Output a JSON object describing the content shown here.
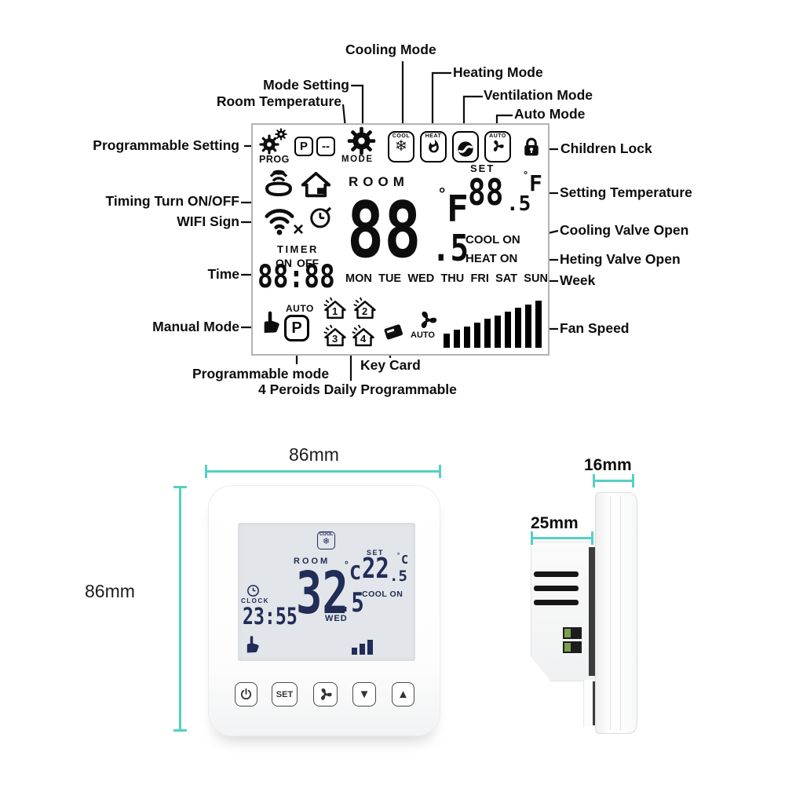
{
  "diagram": {
    "callouts": {
      "cooling_mode": "Cooling Mode",
      "heating_mode": "Heating Mode",
      "ventilation_mode": "Ventilation Mode",
      "auto_mode": "Auto Mode",
      "mode_setting": "Mode Setting",
      "room_temperature": "Room Temperature",
      "programmable_setting": "Programmable Setting",
      "children_lock": "Children Lock",
      "setting_temperature": "Setting Temperature",
      "timing_turn_onoff": "Timing Turn ON/OFF",
      "wifi_sign": "WIFI Sign",
      "time": "Time",
      "manual_mode": "Manual Mode",
      "cooling_valve_open": "Cooling Valve Open",
      "heting_valve_open": "Heting Valve Open",
      "week": "Week",
      "fan_speed": "Fan Speed",
      "programmable_mode": "Programmable mode",
      "key_card": "Key Card",
      "four_periods": "4 Peroids Daily Programmable"
    },
    "lcd": {
      "prog_label": "PROG",
      "p_label": "P",
      "dash_label": "--",
      "mode_label": "MODE",
      "cool_label": "COOL",
      "heat_label": "HEAT",
      "auto_label": "AUTO",
      "room_label": "ROOM",
      "room_temp_main": "88",
      "room_temp_dec": ".5",
      "room_deg": "°",
      "room_unit": "F",
      "set_label": "SET",
      "set_temp_main": "88",
      "set_temp_dec": ".5",
      "set_deg": "°",
      "set_unit": "F",
      "cool_on": "COOL ON",
      "heat_on": "HEAT ON",
      "week_days": [
        "MON",
        "TUE",
        "WED",
        "THU",
        "FRI",
        "SAT",
        "SUN"
      ],
      "timer_label": "TIMER",
      "on_label": "ON",
      "off_label": "OFF",
      "time_value": "88:88",
      "auto_p_label": "AUTO",
      "p_box_label": "P",
      "period_numbers": [
        "1",
        "2",
        "3",
        "4"
      ],
      "fan_auto_label": "AUTO"
    }
  },
  "product": {
    "front": {
      "display": {
        "cool_badge": "COOL",
        "room_label": "ROOM",
        "room_temp_main": "32",
        "room_temp_dec": ".5",
        "room_deg": "°",
        "room_unit": "C",
        "set_label": "SET",
        "set_temp_main": "22",
        "set_temp_dec": ".5",
        "set_deg": "°",
        "set_unit": "C",
        "cool_on": "COOL ON",
        "clock_label": "CLOCK",
        "clock_time": "23:55",
        "day": "WED"
      },
      "buttons": {
        "set_label": "SET"
      }
    },
    "dimensions": {
      "width": "86mm",
      "height": "86mm",
      "panel_thickness": "16mm",
      "rear_depth": "25mm"
    }
  },
  "icons": {
    "snowflake": "❄",
    "x_mark": "×",
    "arrow_down": "▼",
    "arrow_up": "▲"
  },
  "colors": {
    "dimension_line": "#56cfc4",
    "lcd_segment_black": "#000000",
    "product_digit_navy": "#212c57"
  }
}
